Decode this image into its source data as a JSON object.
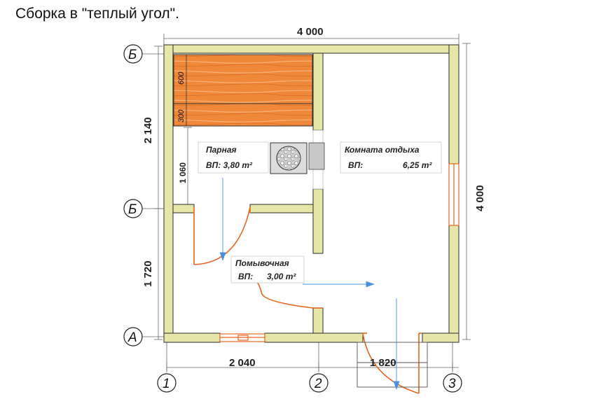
{
  "title": "Сборка в \"теплый угол\".",
  "dimensions": {
    "top": "4 000",
    "right": "4 000",
    "left_upper": "2 140",
    "left_lower": "1 720",
    "bottom_left": "2 040",
    "bottom_right": "1 820",
    "inner_vertical": "1 060",
    "shelf_upper": "600",
    "shelf_lower": "300"
  },
  "axes": {
    "letters": [
      "Б",
      "Б",
      "А"
    ],
    "numbers": [
      "1",
      "2",
      "3"
    ]
  },
  "rooms": [
    {
      "name": "Парная",
      "area_label": "ВП: 3,80 m²"
    },
    {
      "name": "Комната отдыха",
      "area_label": "ВП:",
      "area_value": "6,25 m²"
    },
    {
      "name": "Помывочная",
      "area_label": "ВП:",
      "area_value": "3,00 m²"
    }
  ],
  "colors": {
    "wall": "#e6e6a9",
    "wall_stroke": "#2b2b2b",
    "shelf": "#f08a3c",
    "door": "#e8641e",
    "window": "#e8641e",
    "arrow": "#4a8fe0",
    "line": "#555555"
  }
}
